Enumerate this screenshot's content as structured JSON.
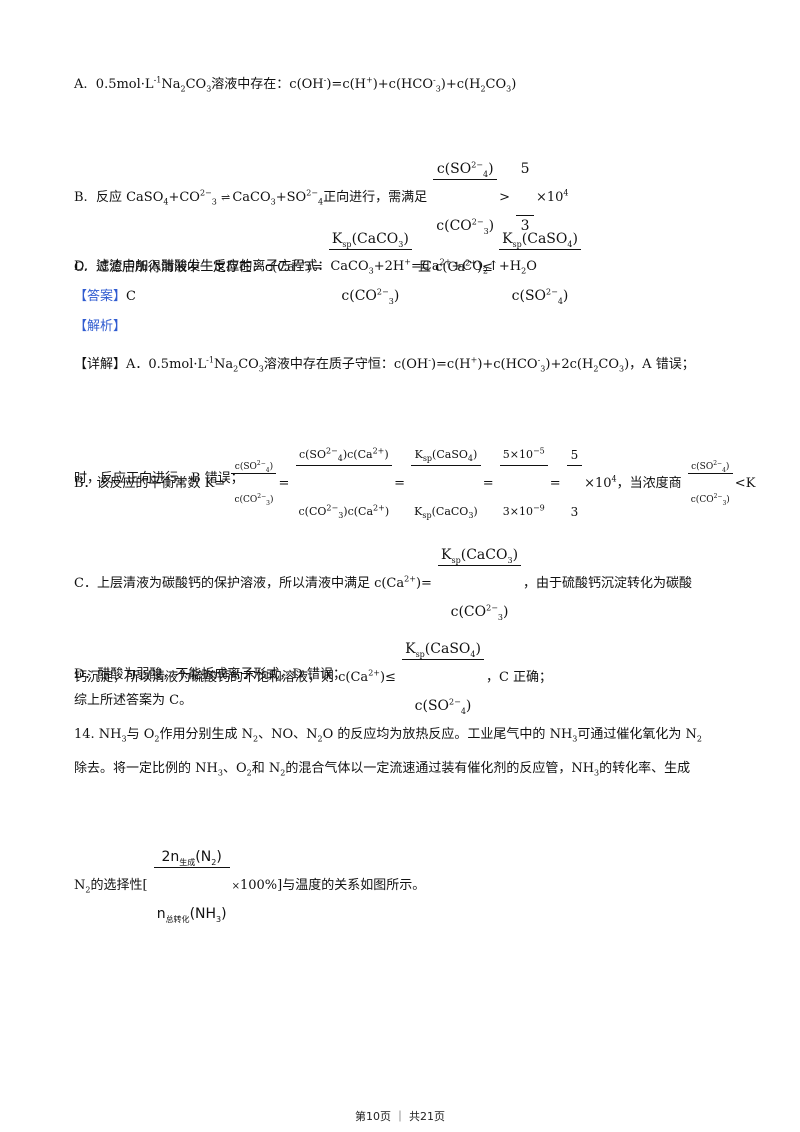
{
  "optA": {
    "label": "A.",
    "text1": "0.5mol·L",
    "sup1": "-1",
    "text2": "Na",
    "sub2": "2",
    "text3": "CO",
    "sub3": "3",
    "text4": "溶液中存在：c(OH",
    "sup4": "-",
    "text5": ")=c(H",
    "sup5": "+",
    "text6": ")+c(HCO",
    "sup6": "-",
    "sub6": "3",
    "text7": ")+c(H",
    "sub7": "2",
    "text8": "CO",
    "sub8": "3",
    "text9": ")"
  },
  "optB": {
    "label": "B.",
    "t1": "反应 CaSO",
    "sub1": "4",
    "t2": "+CO",
    "sup2": "2−",
    "sub2": "3",
    "arrow": "⇌",
    "t3": "CaCO",
    "sub3": "3",
    "t4": "+SO",
    "sup4": "2−",
    "sub4": "4",
    "t5": "正向进行，需满足",
    "num": "c(SO",
    "numsup": "2−",
    "numsub": "4",
    "numend": ")",
    "den": "c(CO",
    "densup": "2−",
    "densub": "3",
    "denend": ")",
    "gt": ">",
    "fnum": "5",
    "fden": "3",
    "tail": "×10",
    "tailsup": "4"
  },
  "optC": {
    "label": "C.",
    "t1": "过滤后所得清液中一定存在：c(Ca",
    "sup1": "2+",
    "t2": ")=",
    "n1": "K",
    "n1sub": "sp",
    "n1b": "(CaCO",
    "n1bsub": "3",
    "n1c": ")",
    "d1": "c(CO",
    "d1sup": "2−",
    "d1sub": "3",
    "d1c": ")",
    "t3": "且 c(Ca",
    "sup3": "2+",
    "t4": ")≤",
    "n2": "K",
    "n2sub": "sp",
    "n2b": "(CaSO",
    "n2bsub": "4",
    "n2c": ")",
    "d2": "c(SO",
    "d2sup": "2−",
    "d2sub": "4",
    "d2c": ")"
  },
  "optD": {
    "label": "D.",
    "t1": "滤渣中加入醋酸发生反应的离子方程式：CaCO",
    "sub1": "3",
    "t2": "+2H",
    "sup2": "+",
    "t3": "=Ca",
    "sup3": "2+",
    "t4": "+CO",
    "sub4": "2",
    "t5": "↑+H",
    "sub5": "2",
    "t6": "O"
  },
  "answer": {
    "label": "【答案】",
    "value": "C"
  },
  "analysis": {
    "label": "【解析】"
  },
  "detail": {
    "label": "【详解】",
    "t1": "A．0.5mol·L",
    "sup1": "-1",
    "t2": "Na",
    "sub2": "2",
    "t3": "CO",
    "sub3": "3",
    "t4": "溶液中存在质子守恒：c(OH",
    "sup4": "-",
    "t5": ")=c(H",
    "sup5": "+",
    "t6": ")+c(HCO",
    "sup6": "-",
    "sub6": "3",
    "t7": ")+2c(H",
    "sub7": "2",
    "t8": "CO",
    "sub8": "3",
    "t9": ")，A 错误；"
  },
  "bLine": {
    "t1": "B．该反应的平衡常数 K=",
    "f1n": "c(SO",
    "f1nsup": "2−",
    "f1nsub": "4",
    "f1d": "c(CO",
    "f1dsup": "2−",
    "f1dsub": "3",
    "eq": "=",
    "f2n": "c(SO",
    "f2nsup": "2−",
    "f2nsub": "4",
    "f2n2": ")c(Ca",
    "f2n2sup": "2+",
    "f2d": "c(CO",
    "f2dsup": "2−",
    "f2dsub": "3",
    "f2d2": ")c(Ca",
    "f2d2sup": "2+",
    "f3n": "K",
    "f3nsub": "sp",
    "f3n2": "(CaSO",
    "f3n2sub": "4",
    "f3d": "K",
    "f3dsub": "sp",
    "f3d2": "(CaCO",
    "f3d2sub": "3",
    "f4n": "5×10",
    "f4nsup": "−5",
    "f4d": "3×10",
    "f4dsup": "−9",
    "f5n": "5",
    "f5d": "3",
    "t2": "×10",
    "t2sup": "4",
    "t3": "，当浓度商",
    "f6n": "c(SO",
    "f6nsup": "2−",
    "f6nsub": "4",
    "f6d": "c(CO",
    "f6dsup": "2−",
    "f6dsub": "3",
    "t4": "<K"
  },
  "bLine2": {
    "text": "时，反应正向进行，B 错误；"
  },
  "cLine": {
    "t1": "C．上层清液为碳酸钙的保护溶液，所以清液中满足 c(Ca",
    "sup1": "2+",
    "t2": ")=",
    "n": "K",
    "nsub": "sp",
    "n2": "(CaCO",
    "n2sub": "3",
    "d": "c(CO",
    "dsup": "2−",
    "dsub": "3",
    "t3": "，由于硫酸钙沉淀转化为碳酸"
  },
  "cLine2": {
    "t1": "钙沉淀，所以清液为硫酸钙的不饱和溶液，则 c(Ca",
    "sup1": "2+",
    "t2": ")≤",
    "n": "K",
    "nsub": "sp",
    "n2": "(CaSO",
    "n2sub": "4",
    "d": "c(SO",
    "dsup": "2−",
    "dsub": "4",
    "t3": "，C 正确；"
  },
  "dLine": {
    "text": "D．醋酸为弱酸，不能拆成离子形式，D 错误；"
  },
  "summary": {
    "text": "综上所述答案为 C。"
  },
  "q14": {
    "t1": "14. NH",
    "s1": "3",
    "t2": "与 O",
    "s2": "2",
    "t3": "作用分别生成 N",
    "s3": "2",
    "t4": "、NO、N",
    "s4": "2",
    "t5": "O 的反应均为放热反应。工业尾气中的 NH",
    "s5": "3",
    "t6": "可通过催化氧化为 N",
    "s6": "2"
  },
  "q14b": {
    "t1": "除去。将一定比例的 NH",
    "s1": "3",
    "t2": "、O",
    "s2": "2",
    "t3": "和 N",
    "s3": "2",
    "t4": "的混合气体以一定流速通过装有催化剂的反应管，NH",
    "s4": "3",
    "t5": "的转化率、生成"
  },
  "q14c": {
    "t1": "N",
    "s1": "2",
    "t2": "的选择性[",
    "num": "2n",
    "numsub": "生成",
    "num2": "(N",
    "num2sub": "2",
    "num3": ")",
    "den": "n",
    "densub": "总转化",
    "den2": "(NH",
    "den2sub": "3",
    "den3": ")",
    "times": "×",
    "t3": "100%]与温度的关系如图所示。"
  },
  "footer": {
    "text": "第10页 ｜ 共21页"
  }
}
